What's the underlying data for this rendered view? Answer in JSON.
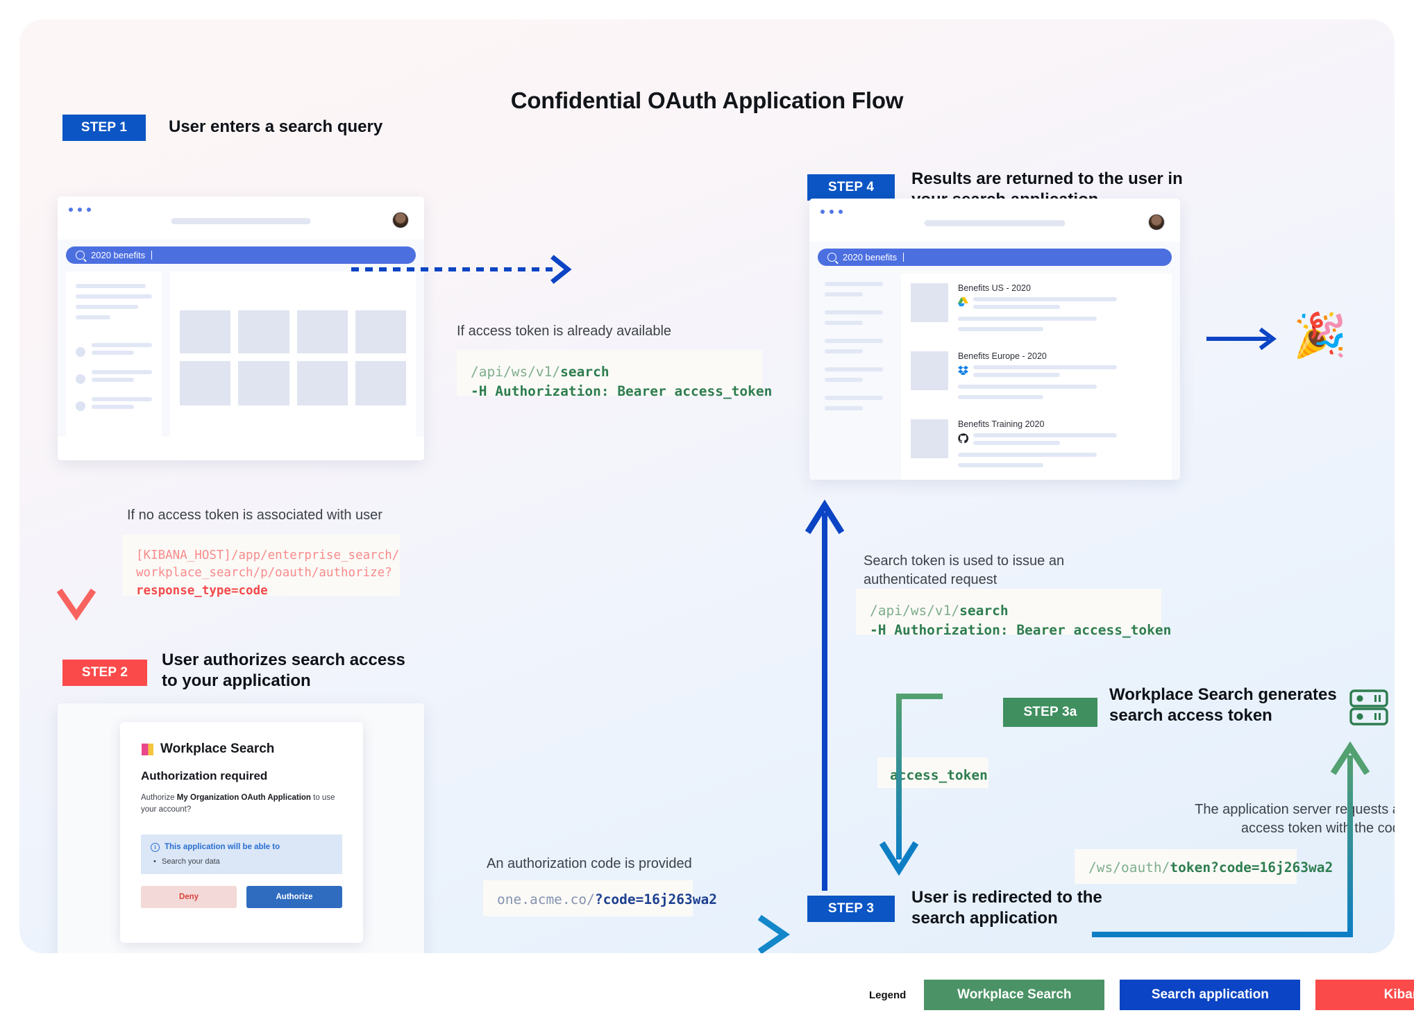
{
  "title": "Confidential OAuth Application Flow",
  "steps": {
    "step1": {
      "chip": "STEP 1",
      "text": "User enters a search query"
    },
    "step2": {
      "chip": "STEP 2",
      "text": "User authorizes search access\nto your application"
    },
    "step3": {
      "chip": "STEP 3",
      "text": "User is redirected to the\nsearch application"
    },
    "step3a": {
      "chip": "STEP 3a",
      "text": "Workplace Search generates\nsearch access token"
    },
    "step4": {
      "chip": "STEP 4",
      "text": "Results are returned to the user in\nyour search application"
    }
  },
  "notes": {
    "token_available": "If access token is already available",
    "no_token": "If no access token is associated with user",
    "auth_code_provided": "An authorization code is provided",
    "search_token_used": "Search token is used to issue an\nauthenticated request",
    "server_requests": "The application server requests an\naccess token with the code"
  },
  "code_blocks": {
    "search_top": {
      "dim": "/api/ws/v1/",
      "strong": "search",
      "line2": "-H Authorization: Bearer access_token"
    },
    "kibana_authorize": {
      "dim": "[KIBANA_HOST]/app/enterprise_search/\nworkplace_search/p/oauth/authorize?",
      "strong": "response_type=code"
    },
    "search_mid": {
      "dim": "/api/ws/v1/",
      "strong": "search",
      "line2": "-H Authorization: Bearer access_token"
    },
    "redirect_url": {
      "dim": "one.acme.co/",
      "strong": "?code=16j263wa2"
    },
    "token_request": {
      "dim": "/ws/oauth/",
      "strong": "token?code=16j263wa2"
    },
    "access_token_label": "access_token"
  },
  "browser1": {
    "query": "2020 benefits",
    "search_icon": "magnifier-icon"
  },
  "browser2": {
    "query": "2020 benefits",
    "results": [
      {
        "title": "Benefits US - 2020",
        "source_icon": "google-drive-icon"
      },
      {
        "title": "Benefits Europe - 2020",
        "source_icon": "dropbox-icon"
      },
      {
        "title": "Benefits Training 2020",
        "source_icon": "github-icon"
      }
    ]
  },
  "auth_card": {
    "brand": "Workplace Search",
    "heading": "Authorization required",
    "body_pre": "Authorize ",
    "body_app": "My Organization OAuth Application",
    "body_post": " to use your account?",
    "callout_heading": "This application will be able to",
    "callout_item": "Search your data",
    "deny": "Deny",
    "authorize": "Authorize"
  },
  "legend": {
    "label": "Legend",
    "items": [
      {
        "text": "Workplace Search",
        "color": "#4b9366"
      },
      {
        "text": "Search application",
        "color": "#0b44c4"
      },
      {
        "text": "Kibana",
        "color": "#fb4a4a"
      }
    ]
  },
  "celebration_emoji": "🎉",
  "colors": {
    "blue": "#0b55c4",
    "red": "#fb4a4a",
    "green": "#3f8f5f",
    "code_green": "#2e7d4f"
  }
}
